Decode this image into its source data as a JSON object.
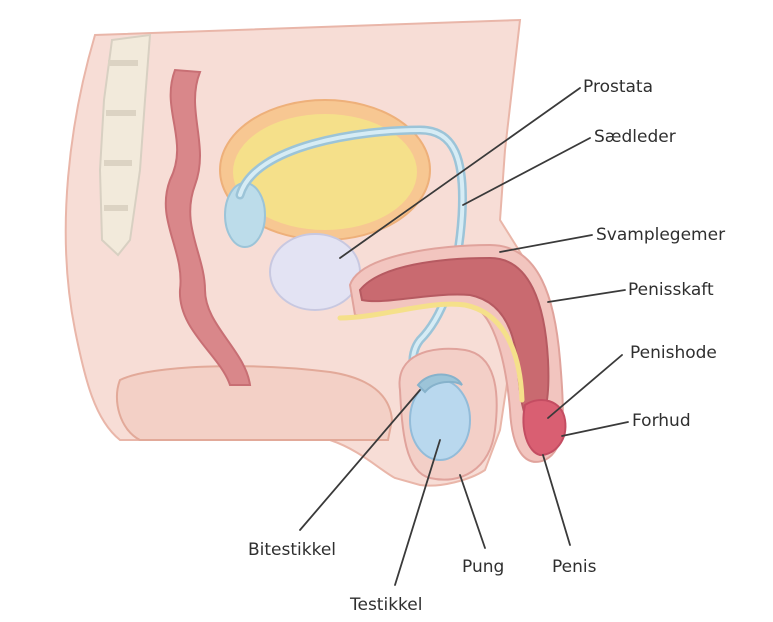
{
  "labels": {
    "prostata": "Prostata",
    "saedleder": "Sædleder",
    "svamplegemer": "Svamplegemer",
    "penisskaft": "Penisskaft",
    "penishode": "Penishode",
    "forhud": "Forhud",
    "bitestikkel": "Bitestikkel",
    "pung": "Pung",
    "penis": "Penis",
    "testikkel": "Testikkel"
  },
  "colors": {
    "skin": "#f7ddd6",
    "skin_edge": "#e9b6a9",
    "rectum": "#d9878a",
    "bladder": "#f5e08a",
    "bladder_rim": "#f4b98a",
    "prostate": "#e3e3f3",
    "duct": "#bcdcea",
    "spongy": "#c96a70",
    "glans": "#d95f72",
    "testis": "#b9d8ee",
    "spine": "#f2eadb"
  }
}
